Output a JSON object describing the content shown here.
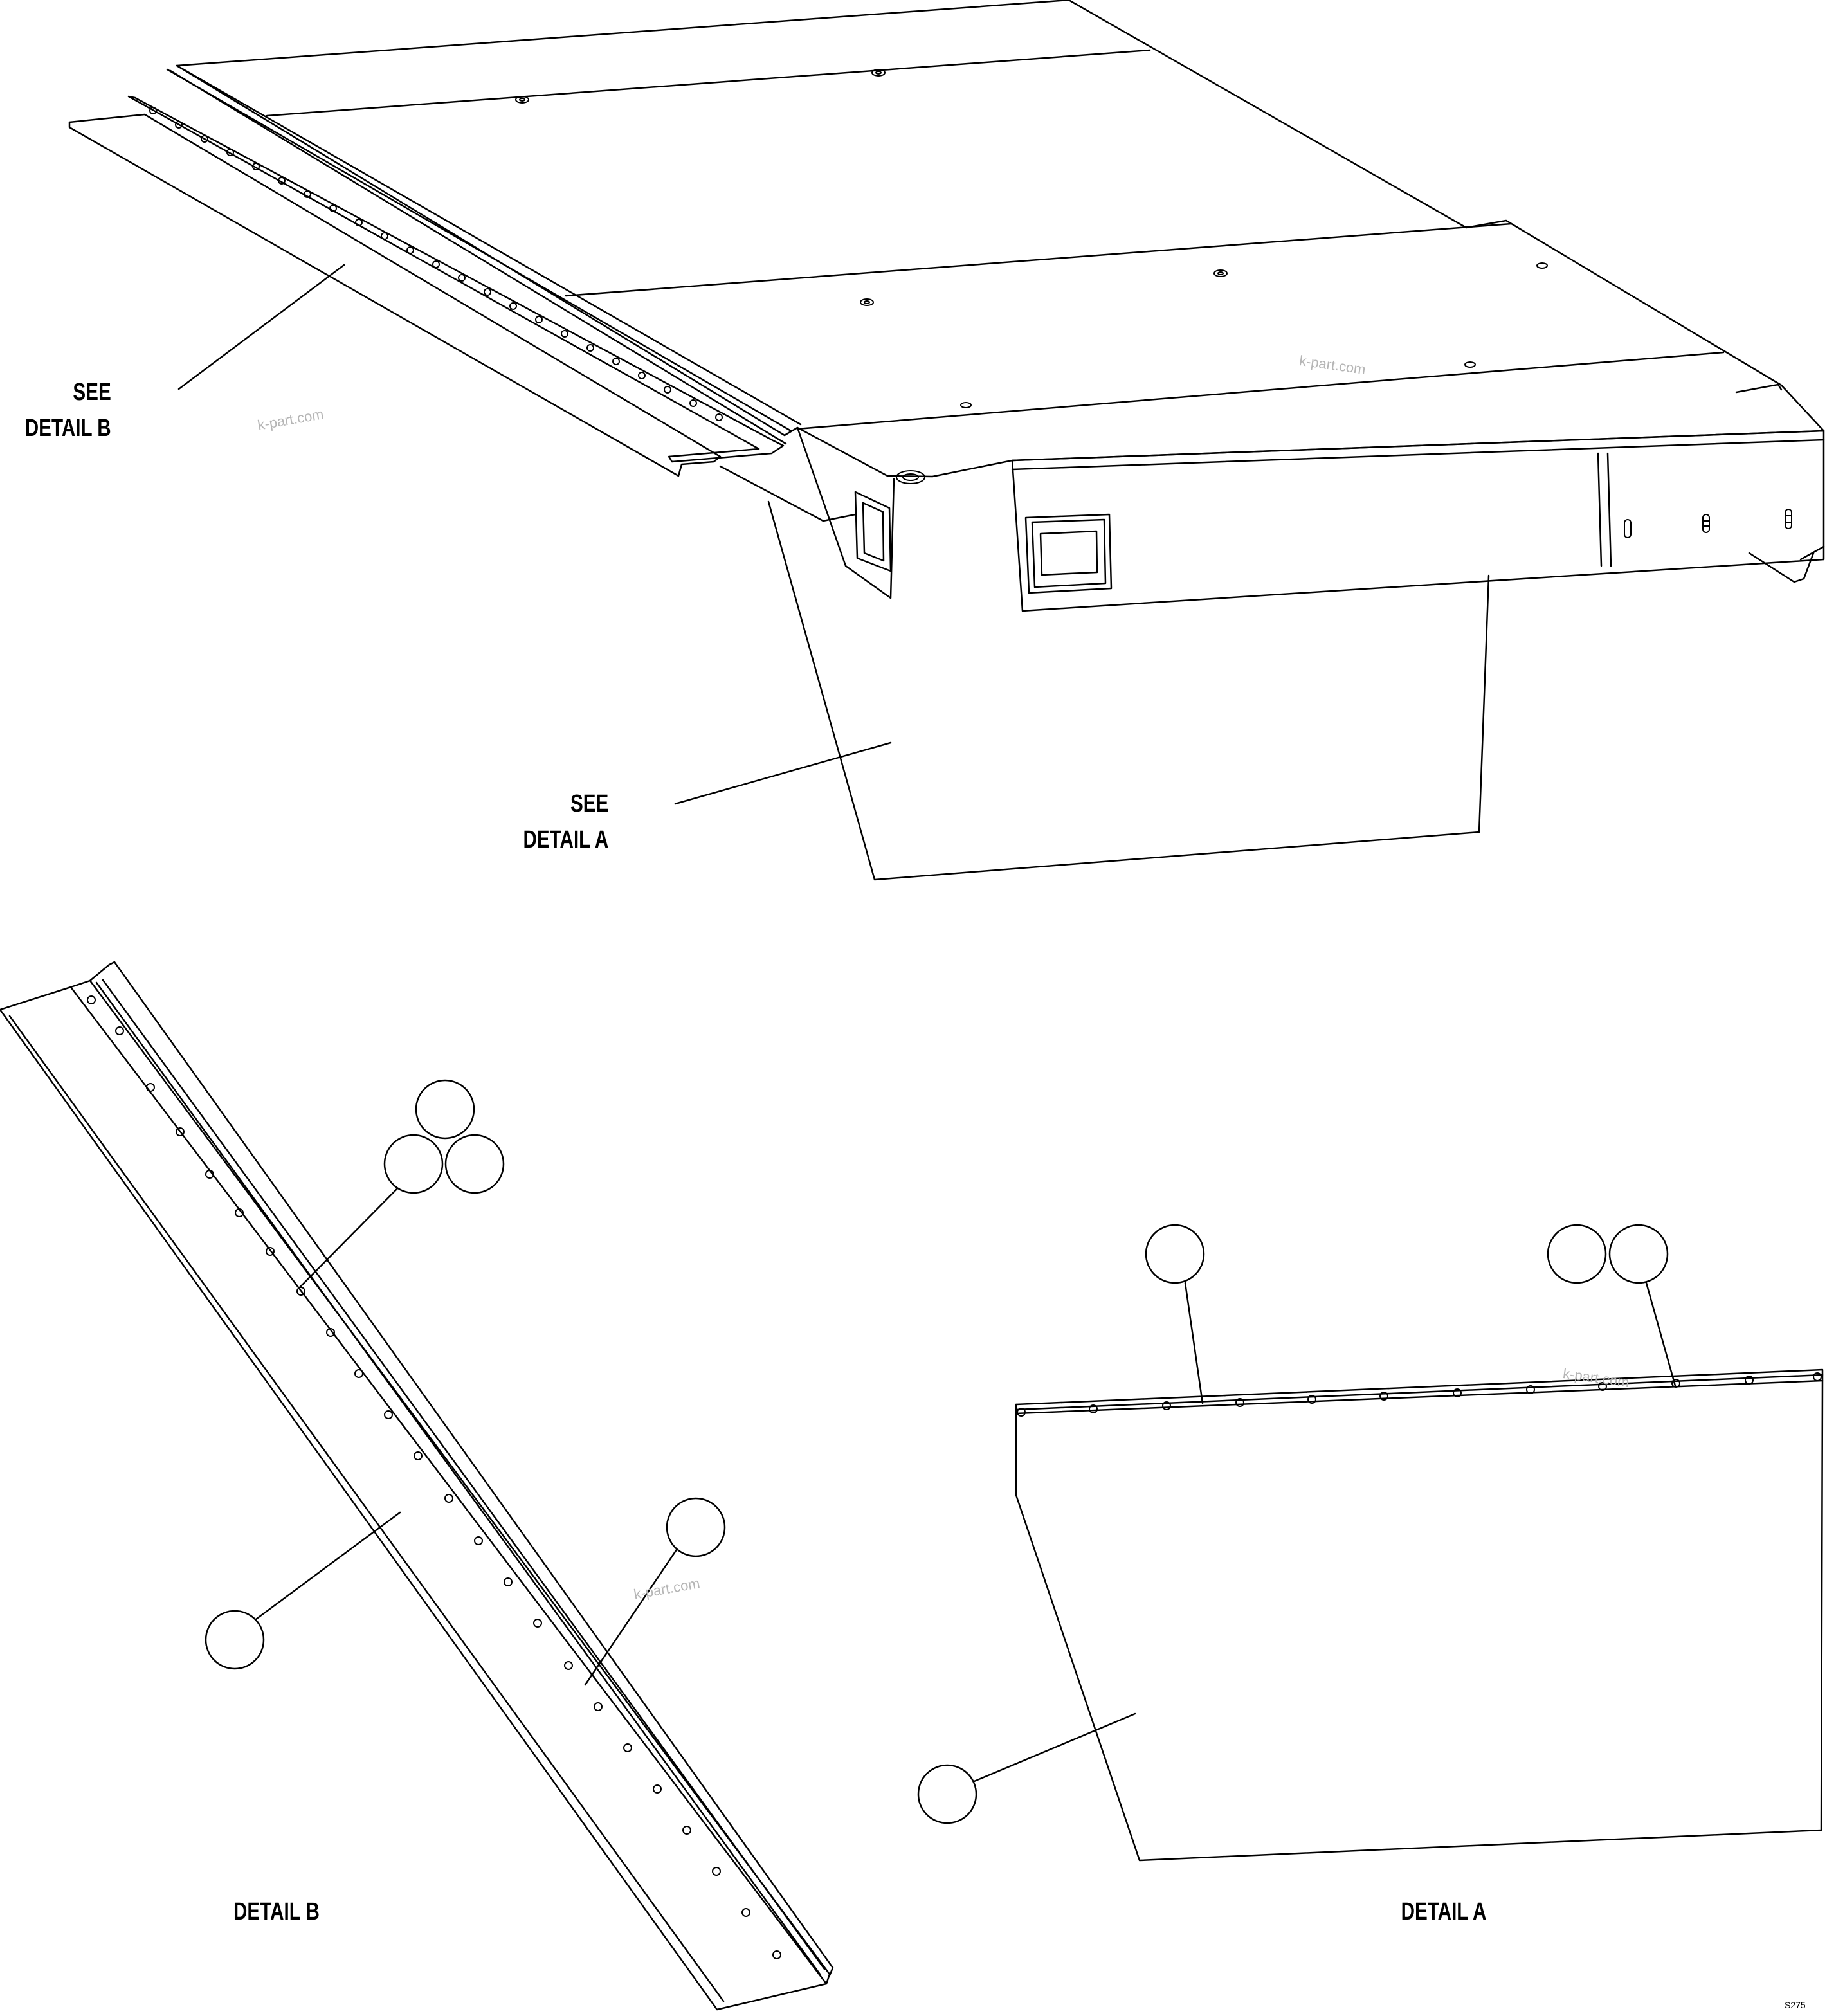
{
  "labels": {
    "see_detail_b": {
      "line1": "SEE",
      "line2": "DETAIL B"
    },
    "see_detail_a": {
      "line1": "SEE",
      "line2": "DETAIL A"
    },
    "detail_b_caption": "DETAIL B",
    "detail_a_caption": "DETAIL A"
  },
  "watermarks": [
    "k-part.com",
    "k-part.com",
    "k-part.com",
    "k-part.com"
  ],
  "drawing_code": "S275",
  "colors": {
    "line": "#000000",
    "background": "#ffffff",
    "watermark": "#b5b5b5"
  }
}
